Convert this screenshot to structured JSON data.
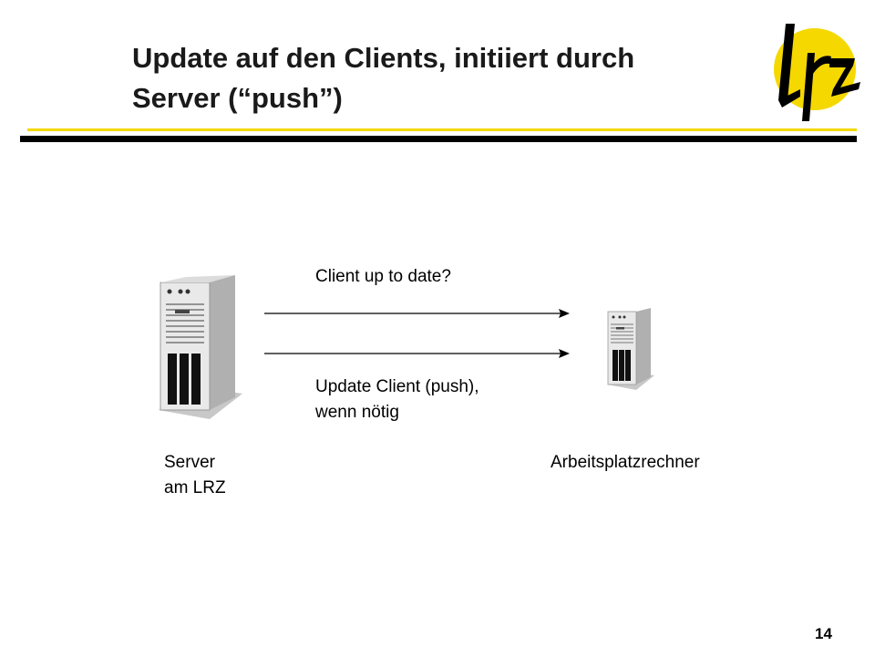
{
  "slide": {
    "title": "Update auf den Clients, initiiert durch\nServer (“push”)",
    "page_number": "14"
  },
  "logo": {
    "alt": "lrz"
  },
  "diagram": {
    "server_label": "Server\nam LRZ",
    "client_label": "Arbeitsplatzrechner",
    "arrow_top_label": "Client up to date?",
    "arrow_bottom_label": "Update Client (push),\nwenn nötig"
  },
  "colors": {
    "accent_yellow": "#F5D800",
    "rule_black": "#000000"
  }
}
